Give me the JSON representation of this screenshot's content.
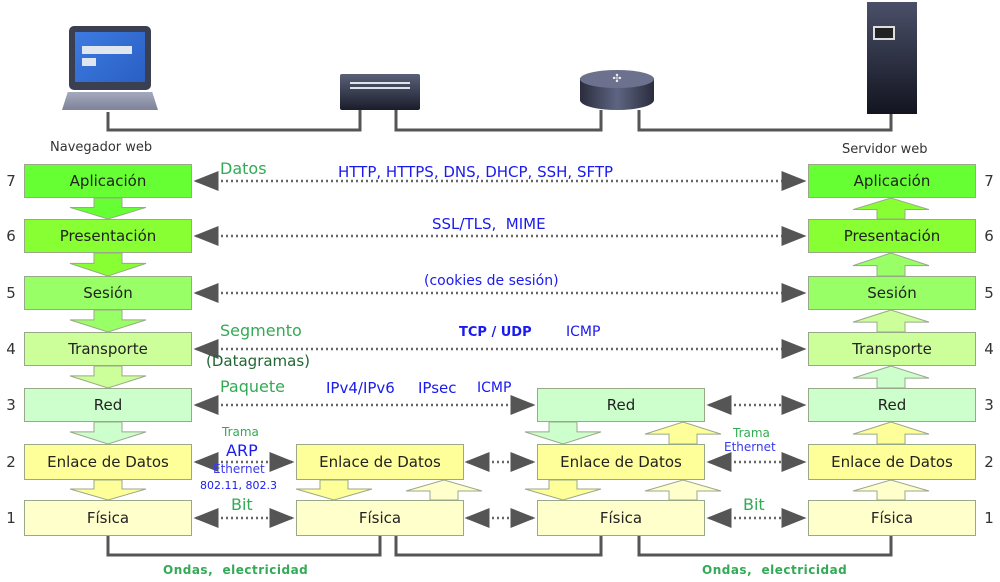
{
  "devices": {
    "client_label": "Navegador web",
    "server_label": "Servidor web"
  },
  "colors": {
    "aplicacion": "#66ff33",
    "presentacion": "#88ff33",
    "sesion": "#99ff66",
    "transporte": "#ccff99",
    "red": "#ccffcc",
    "enlace": "#ffff99",
    "fisica": "#ffffcc",
    "pdu_label": "#33aa55",
    "protocol_label": "#1a1aee",
    "line": "#555555"
  },
  "layers": [
    {
      "num": "7",
      "name": "Aplicación"
    },
    {
      "num": "6",
      "name": "Presentación"
    },
    {
      "num": "5",
      "name": "Sesión"
    },
    {
      "num": "4",
      "name": "Transporte"
    },
    {
      "num": "3",
      "name": "Red"
    },
    {
      "num": "2",
      "name": "Enlace de Datos"
    },
    {
      "num": "1",
      "name": "Física"
    }
  ],
  "pdu": {
    "datos": "Datos",
    "segmento": "Segmento",
    "datagramas": "(Datagramas)",
    "paquete": "Paquete",
    "trama": "Trama",
    "bit": "Bit",
    "trama_right": "Trama",
    "bit_right": "Bit",
    "ondas_left": "Ondas,  electricidad",
    "ondas_right": "Ondas,  electricidad"
  },
  "protocols": {
    "app": "HTTP, HTTPS, DNS, DHCP, SSH, SFTP",
    "pres": "SSL/TLS,  MIME",
    "sesion": "(cookies de sesión)",
    "transport_bold": "TCP / UDP",
    "transport_icmp": "ICMP",
    "red_ip": "IPv4/IPv6",
    "red_ipsec": "IPsec",
    "red_icmp": "ICMP",
    "arp": "ARP",
    "ethernet": "Ethernet",
    "wifi": "802.11, 802.3",
    "ethernet_right": "Ethernet"
  }
}
